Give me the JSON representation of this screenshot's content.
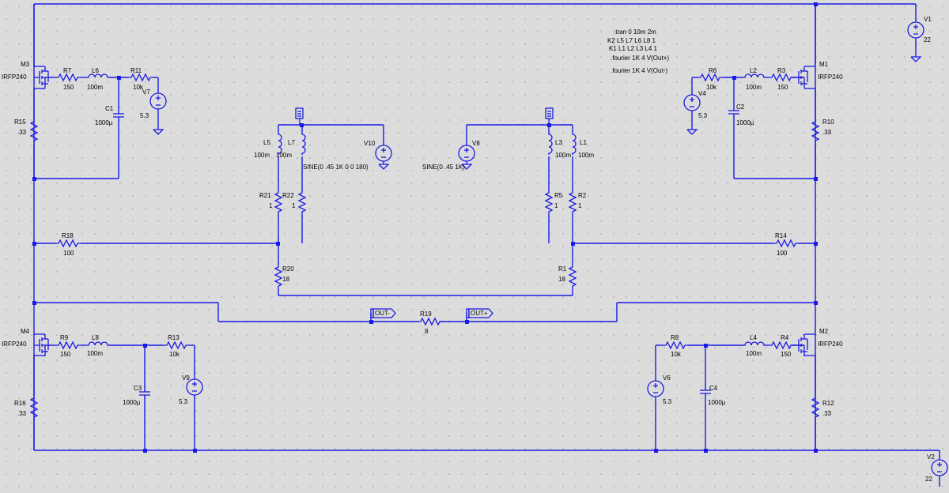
{
  "directives": [
    ".tran 0 10m 2m",
    "K2 L5 L7 L6 L8 1",
    "K1 L1 L2 L3 L4 1",
    ".fourier 1K 4 V(Out+)",
    ".fourier 1K 4 V(Out-)"
  ],
  "mosfets": {
    "m3": {
      "name": "M3",
      "model": "IRFP240"
    },
    "m1": {
      "name": "M1",
      "model": "IRFP240"
    },
    "m4": {
      "name": "M4",
      "model": "IRFP240"
    },
    "m2": {
      "name": "M2",
      "model": "IRFP240"
    }
  },
  "resistors": {
    "r7": {
      "name": "R7",
      "value": "150"
    },
    "r11": {
      "name": "R11",
      "value": "10k"
    },
    "r15": {
      "name": "R15",
      "value": ".33"
    },
    "r18": {
      "name": "R18",
      "value": "100"
    },
    "r21": {
      "name": "R21",
      "value": "1"
    },
    "r22": {
      "name": "R22",
      "value": "1"
    },
    "r20": {
      "name": "R20",
      "value": "18"
    },
    "r5": {
      "name": "R5",
      "value": "1"
    },
    "r2": {
      "name": "R2",
      "value": "1"
    },
    "r1": {
      "name": "R1",
      "value": "18"
    },
    "r6": {
      "name": "R6",
      "value": "10k"
    },
    "r3": {
      "name": "R3",
      "value": "150"
    },
    "r10": {
      "name": "R10",
      "value": ".33"
    },
    "r14": {
      "name": "R14",
      "value": "100"
    },
    "r19": {
      "name": "R19",
      "value": "8"
    },
    "r9": {
      "name": "R9",
      "value": "150"
    },
    "r13": {
      "name": "R13",
      "value": "10k"
    },
    "r16": {
      "name": "R16",
      "value": ".33"
    },
    "r8": {
      "name": "R8",
      "value": "10k"
    },
    "r4": {
      "name": "R4",
      "value": "150"
    },
    "r12": {
      "name": "R12",
      "value": ".33"
    }
  },
  "inductors": {
    "l6": {
      "name": "L6",
      "value": "100m"
    },
    "l5": {
      "name": "L5",
      "value": "100m"
    },
    "l7": {
      "name": "L7",
      "value": "100m"
    },
    "l3": {
      "name": "L3",
      "value": "100m"
    },
    "l1": {
      "name": "L1",
      "value": "100m"
    },
    "l2": {
      "name": "L2",
      "value": "100m"
    },
    "l8": {
      "name": "L8",
      "value": "100m"
    },
    "l4": {
      "name": "L4",
      "value": "100m"
    }
  },
  "capacitors": {
    "c1": {
      "name": "C1",
      "value": "1000µ"
    },
    "c2": {
      "name": "C2",
      "value": "1000µ"
    },
    "c3": {
      "name": "C3",
      "value": "1000µ"
    },
    "c4": {
      "name": "C4",
      "value": "1000µ"
    }
  },
  "sources": {
    "v1": {
      "name": "V1",
      "value": "22"
    },
    "v2": {
      "name": "V2",
      "value": "22"
    },
    "v7": {
      "name": "V7",
      "value": "5.3"
    },
    "v4": {
      "name": "V4",
      "value": "5.3"
    },
    "v9": {
      "name": "V9",
      "value": "5.3"
    },
    "v6": {
      "name": "V6",
      "value": "5.3"
    },
    "v10": {
      "name": "V10",
      "value": "SINE(0 .45 1K 0 0 180)"
    },
    "v8": {
      "name": "V8",
      "value": "SINE(0 .45 1K)"
    }
  },
  "net_labels": {
    "out_minus": "OUT-",
    "out_plus": "OUT+"
  },
  "colors": {
    "wire": "#1a1ae6",
    "background": "#dcdcdc",
    "grid_dot": "#6e6e6e",
    "text": "#000000"
  }
}
